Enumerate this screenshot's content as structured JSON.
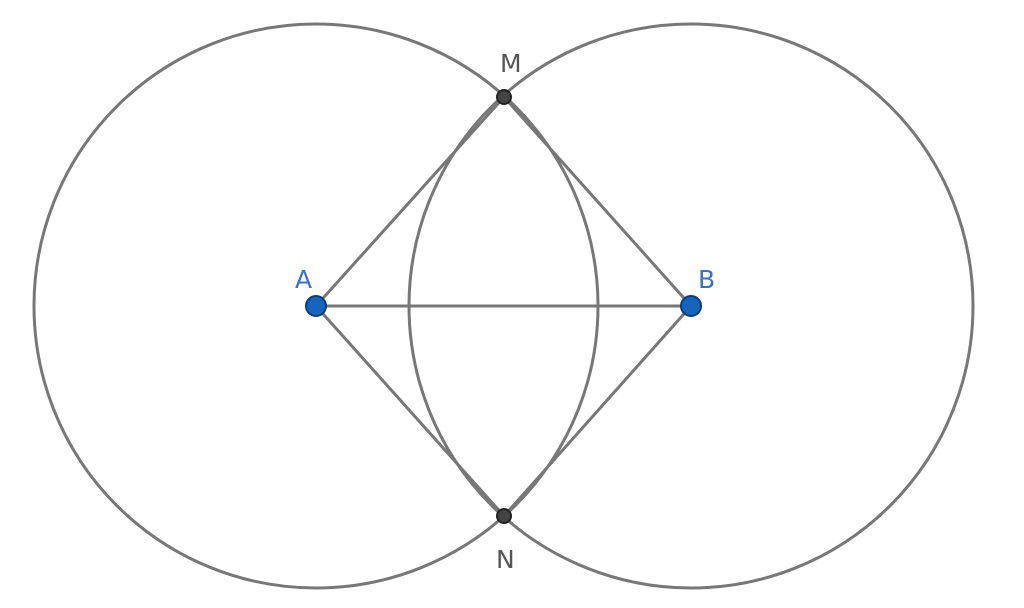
{
  "points": [
    {
      "id": "A",
      "label": "A",
      "color": "#1565c0",
      "stroke": "#0d3c73"
    },
    {
      "id": "B",
      "label": "B",
      "color": "#1565c0",
      "stroke": "#0d3c73"
    },
    {
      "id": "M",
      "label": "M",
      "color": "#444444",
      "stroke": "#222222"
    },
    {
      "id": "N",
      "label": "N",
      "color": "#444444",
      "stroke": "#222222"
    }
  ],
  "colors": {
    "line": "#777777",
    "label_blue": "#3a72c4",
    "label_gray": "#555555"
  }
}
